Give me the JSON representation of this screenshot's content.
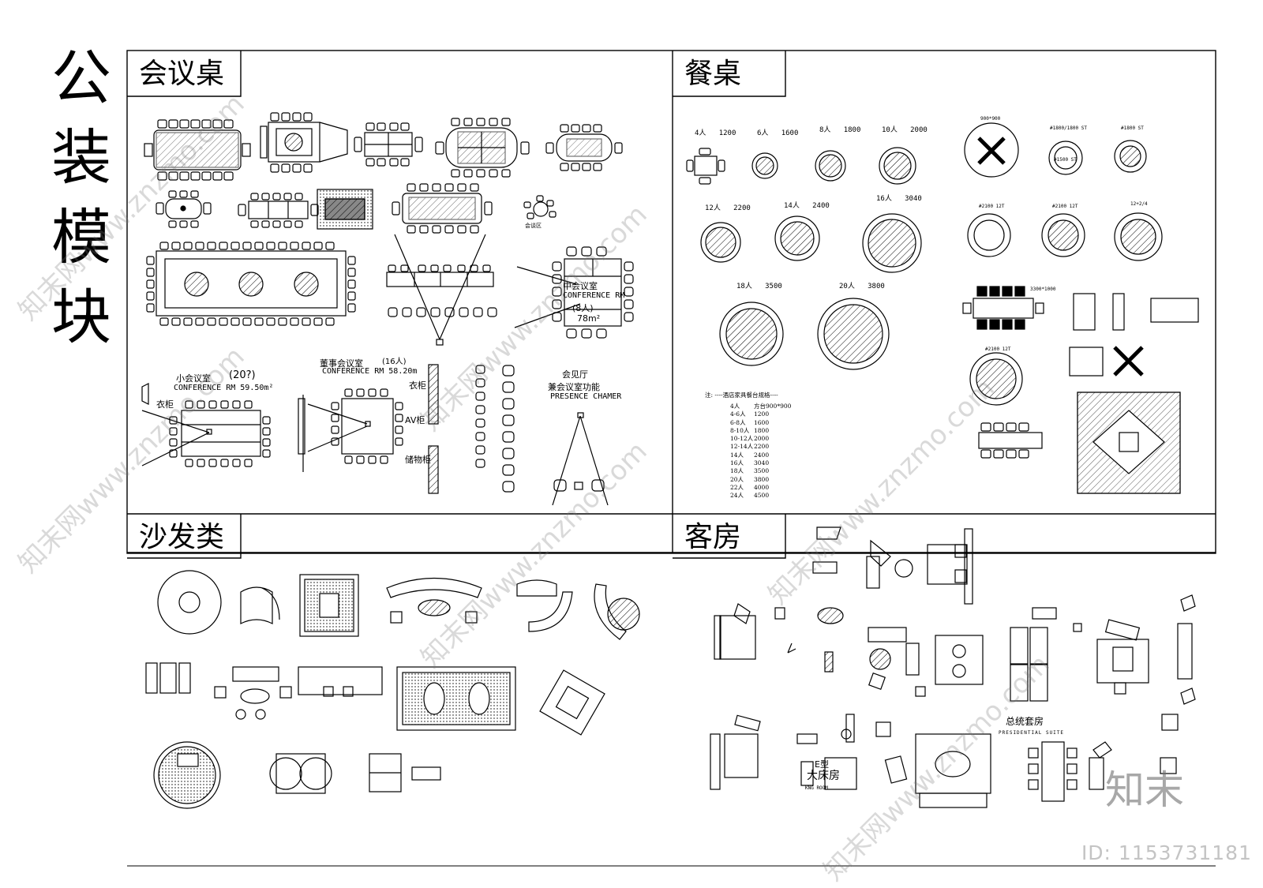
{
  "title_chars": [
    "公",
    "装",
    "模",
    "块"
  ],
  "panels": {
    "meeting": "会议桌",
    "dining": "餐桌",
    "sofa": "沙发类",
    "guestroom": "客房"
  },
  "meeting_labels": {
    "meeting_area": "会谈区",
    "mid_room_cn": "中会议室",
    "mid_room_en": "CONFERENCE RM",
    "mid_room_people": "(8人)",
    "mid_room_area": "78m²",
    "small_room_cn": "小会议室",
    "small_room_count": "(20?)",
    "small_room_en": "CONFERENCE RM  59.50m²",
    "wardrobe_1": "衣柜",
    "board_room_cn": "董事会议室",
    "board_room_people": "(16人)",
    "board_room_en": "CONFERENCE RM  58.20m",
    "wardrobe_2": "衣柜",
    "av_cabinet": "AV柜",
    "storage": "储物柜",
    "reception_cn": "会见厅",
    "reception_sub": "兼会议室功能",
    "reception_en": "PRESENCE CHAMER"
  },
  "dining_sizes": [
    {
      "people": "4人",
      "size": "1200"
    },
    {
      "people": "6人",
      "size": "1600"
    },
    {
      "people": "8人",
      "size": "1800"
    },
    {
      "people": "10人",
      "size": "2000"
    },
    {
      "people": "12人",
      "size": "2200"
    },
    {
      "people": "14人",
      "size": "2400"
    },
    {
      "people": "16人",
      "size": "3040"
    },
    {
      "people": "18人",
      "size": "3500"
    },
    {
      "people": "20人",
      "size": "3800"
    }
  ],
  "dining_tags": {
    "t900": "900*900",
    "t1800a": "#1800/1800 ST",
    "t1800b": "#1800 ST",
    "t1500": "#1500 ST",
    "t2100a": "#2100 12T",
    "t2100b": "#2100 12T",
    "t12": "12+2/4",
    "t3300": "3300*1000",
    "t2100c": "#2100 12T"
  },
  "dining_notes": {
    "heading": "注: ----酒店家具餐台规格----",
    "rows": [
      {
        "p": "4人",
        "v": "方台900*900"
      },
      {
        "p": "4-6人",
        "v": "1200"
      },
      {
        "p": "6-8人",
        "v": "1600"
      },
      {
        "p": "8-10人",
        "v": "1800"
      },
      {
        "p": "10-12人",
        "v": "2000"
      },
      {
        "p": "12-14人",
        "v": "2200"
      },
      {
        "p": "14人",
        "v": "2400"
      },
      {
        "p": "16人",
        "v": "3040"
      },
      {
        "p": "18人",
        "v": "3500"
      },
      {
        "p": "20人",
        "v": "3800"
      },
      {
        "p": "22人",
        "v": "4000"
      },
      {
        "p": "24人",
        "v": "4500"
      }
    ]
  },
  "guest_labels": {
    "type_e": "E型",
    "king": "大床房",
    "king_en": "KNG ROOM",
    "suite": "总统套房",
    "suite_en": "PRESIDENTIAL SUITE"
  },
  "watermark_text": "知末网www.znzmo.com",
  "brand": "知末",
  "image_id": "ID: 1153731181"
}
